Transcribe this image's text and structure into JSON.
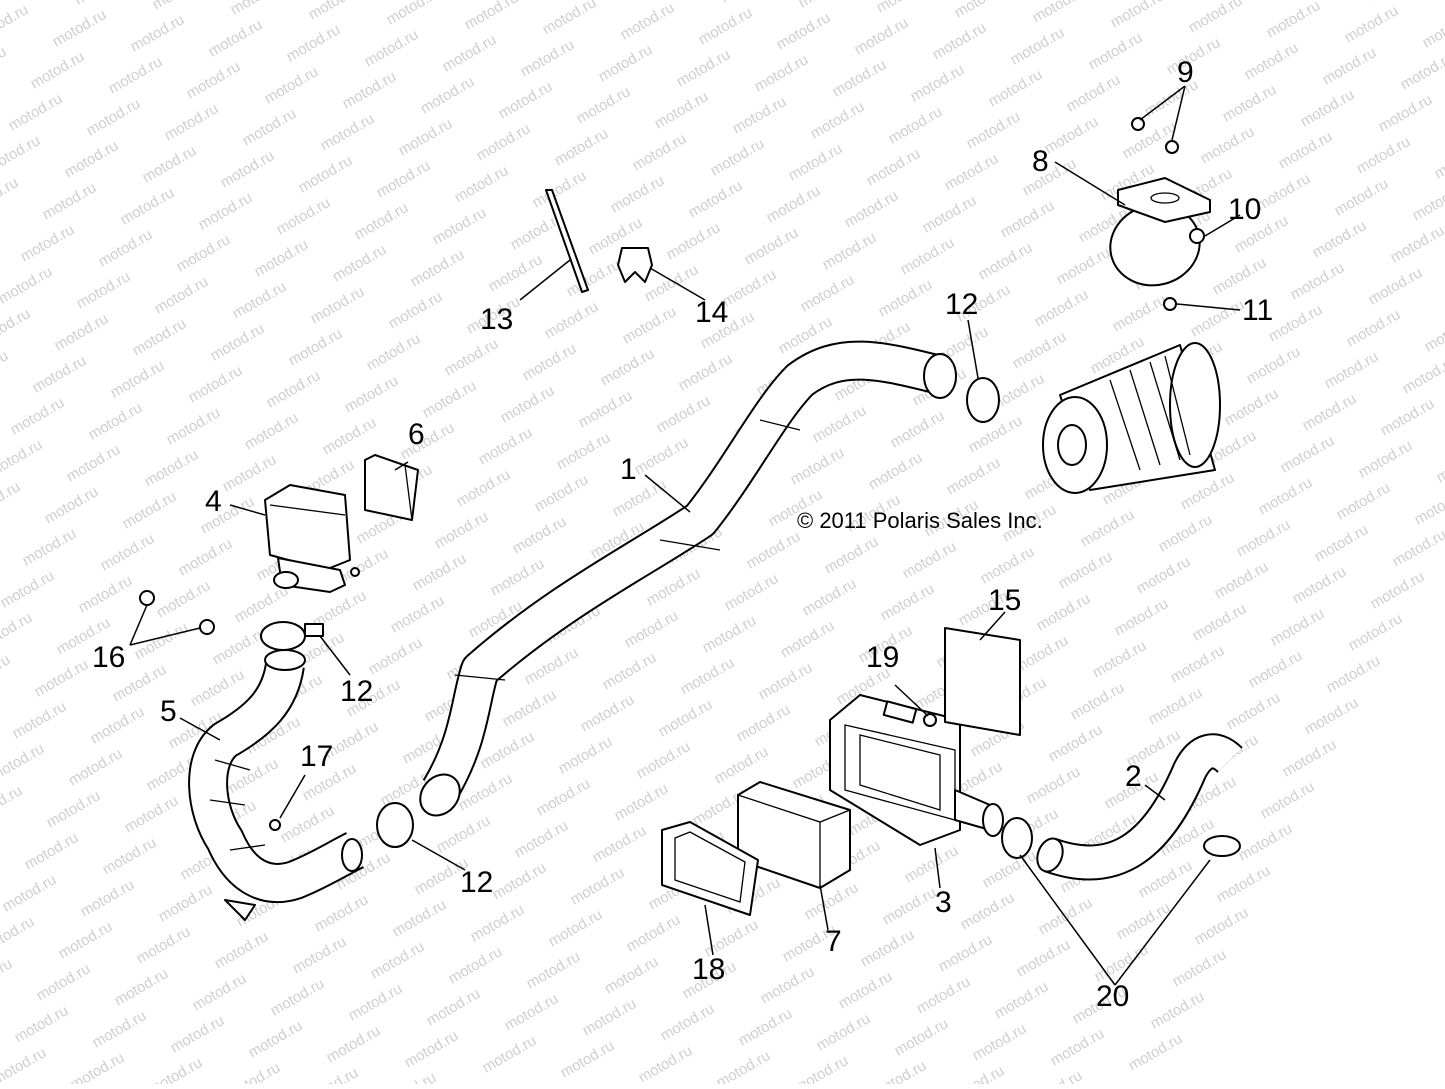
{
  "watermark": "motod.ru",
  "copyright": "© 2011 Polaris Sales Inc.",
  "callouts": {
    "c1": "1",
    "c2": "2",
    "c3": "3",
    "c4": "4",
    "c5": "5",
    "c6": "6",
    "c7": "7",
    "c8": "8",
    "c9": "9",
    "c10": "10",
    "c11": "11",
    "c12a": "12",
    "c12b": "12",
    "c12c": "12",
    "c13": "13",
    "c14": "14",
    "c15": "15",
    "c16": "16",
    "c17": "17",
    "c18": "18",
    "c19": "19",
    "c20": "20"
  }
}
